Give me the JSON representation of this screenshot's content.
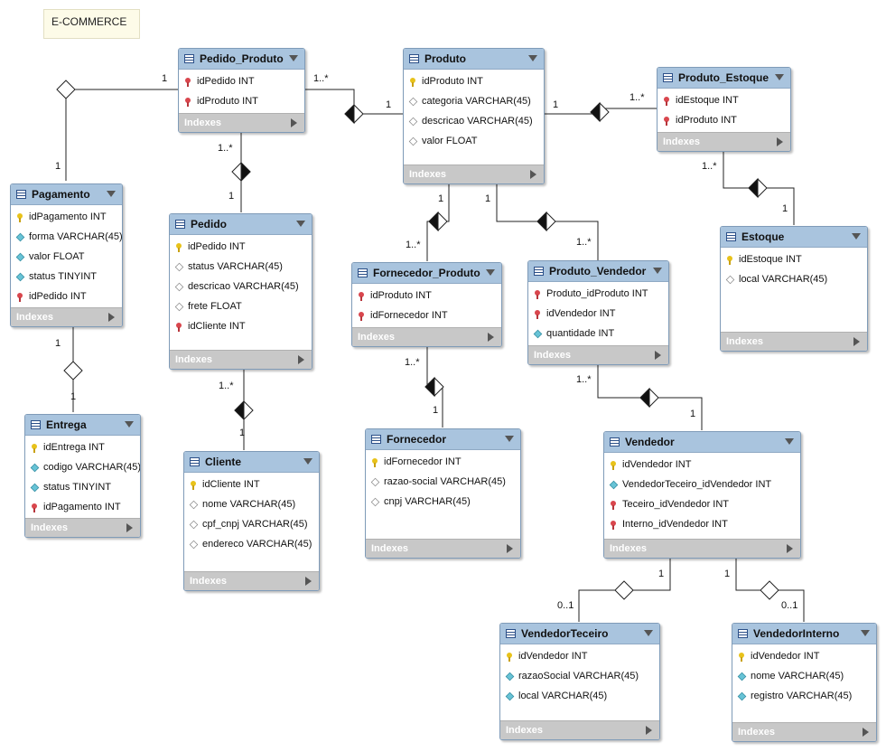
{
  "diagram_title": "E-COMMERCE",
  "indexes_label": "Indexes",
  "tables": {
    "pedido_produto": {
      "name": "Pedido_Produto",
      "columns": [
        {
          "text": "idPedido INT",
          "icon": "fk-icon"
        },
        {
          "text": "idProduto INT",
          "icon": "fk-icon"
        }
      ]
    },
    "produto": {
      "name": "Produto",
      "columns": [
        {
          "text": "idProduto INT",
          "icon": "key-icon"
        },
        {
          "text": "categoria VARCHAR(45)",
          "icon": "optional-icon"
        },
        {
          "text": "descricao VARCHAR(45)",
          "icon": "optional-icon"
        },
        {
          "text": "valor FLOAT",
          "icon": "optional-icon"
        }
      ]
    },
    "produto_estoque": {
      "name": "Produto_Estoque",
      "columns": [
        {
          "text": "idEstoque INT",
          "icon": "fk-icon"
        },
        {
          "text": "idProduto INT",
          "icon": "fk-icon"
        }
      ]
    },
    "pagamento": {
      "name": "Pagamento",
      "columns": [
        {
          "text": "idPagamento INT",
          "icon": "key-icon"
        },
        {
          "text": "forma VARCHAR(45)",
          "icon": "notnull-icon"
        },
        {
          "text": "valor FLOAT",
          "icon": "notnull-icon"
        },
        {
          "text": "status TINYINT",
          "icon": "notnull-icon"
        },
        {
          "text": "idPedido INT",
          "icon": "fk-icon"
        }
      ]
    },
    "pedido": {
      "name": "Pedido",
      "columns": [
        {
          "text": "idPedido INT",
          "icon": "key-icon"
        },
        {
          "text": "status VARCHAR(45)",
          "icon": "optional-icon"
        },
        {
          "text": "descricao VARCHAR(45)",
          "icon": "optional-icon"
        },
        {
          "text": "frete FLOAT",
          "icon": "optional-icon"
        },
        {
          "text": "idCliente INT",
          "icon": "fk-icon"
        }
      ]
    },
    "estoque": {
      "name": "Estoque",
      "columns": [
        {
          "text": "idEstoque INT",
          "icon": "key-icon"
        },
        {
          "text": "local VARCHAR(45)",
          "icon": "optional-icon"
        }
      ]
    },
    "fornecedor_produto": {
      "name": "Fornecedor_Produto",
      "columns": [
        {
          "text": "idProduto INT",
          "icon": "fk-icon"
        },
        {
          "text": "idFornecedor INT",
          "icon": "fk-icon"
        }
      ]
    },
    "produto_vendedor": {
      "name": "Produto_Vendedor",
      "columns": [
        {
          "text": "Produto_idProduto INT",
          "icon": "fk-icon"
        },
        {
          "text": "idVendedor INT",
          "icon": "fk-icon"
        },
        {
          "text": "quantidade INT",
          "icon": "notnull-icon"
        }
      ]
    },
    "entrega": {
      "name": "Entrega",
      "columns": [
        {
          "text": "idEntrega INT",
          "icon": "key-icon"
        },
        {
          "text": "codigo VARCHAR(45)",
          "icon": "notnull-icon"
        },
        {
          "text": "status TINYINT",
          "icon": "notnull-icon"
        },
        {
          "text": "idPagamento INT",
          "icon": "fk-icon"
        }
      ]
    },
    "cliente": {
      "name": "Cliente",
      "columns": [
        {
          "text": "idCliente INT",
          "icon": "key-icon"
        },
        {
          "text": "nome VARCHAR(45)",
          "icon": "optional-icon"
        },
        {
          "text": "cpf_cnpj VARCHAR(45)",
          "icon": "optional-icon"
        },
        {
          "text": "endereco VARCHAR(45)",
          "icon": "optional-icon"
        }
      ]
    },
    "fornecedor": {
      "name": "Fornecedor",
      "columns": [
        {
          "text": "idFornecedor INT",
          "icon": "key-icon"
        },
        {
          "text": "razao-social VARCHAR(45)",
          "icon": "optional-icon"
        },
        {
          "text": "cnpj VARCHAR(45)",
          "icon": "optional-icon"
        }
      ]
    },
    "vendedor": {
      "name": "Vendedor",
      "columns": [
        {
          "text": "idVendedor INT",
          "icon": "key-icon"
        },
        {
          "text": "VendedorTeceiro_idVendedor INT",
          "icon": "notnull-icon"
        },
        {
          "text": "Teceiro_idVendedor INT",
          "icon": "fk-icon"
        },
        {
          "text": "Interno_idVendedor INT",
          "icon": "fk-icon"
        }
      ]
    },
    "vendedor_teceiro": {
      "name": "VendedorTeceiro",
      "columns": [
        {
          "text": "idVendedor INT",
          "icon": "key-icon"
        },
        {
          "text": "razaoSocial VARCHAR(45)",
          "icon": "notnull-icon"
        },
        {
          "text": "local VARCHAR(45)",
          "icon": "notnull-icon"
        }
      ]
    },
    "vendedor_interno": {
      "name": "VendedorInterno",
      "columns": [
        {
          "text": "idVendedor INT",
          "icon": "key-icon"
        },
        {
          "text": "nome VARCHAR(45)",
          "icon": "notnull-icon"
        },
        {
          "text": "registro VARCHAR(45)",
          "icon": "notnull-icon"
        }
      ]
    }
  },
  "cardinalities": {
    "c1": "1",
    "c2": "1..*",
    "c3": "1",
    "c4": "1",
    "c5": "1..*",
    "c6": "1",
    "c7": "1..*",
    "c8": "1",
    "c9": "1",
    "c10": "1",
    "c11": "1..*",
    "c12": "1",
    "c13": "1..*",
    "c14": "1",
    "c15": "1..*",
    "c16": "1",
    "c17": "1..*",
    "c18": "1",
    "c19": "1..*",
    "c20": "1",
    "c21": "1",
    "c22": "0..1",
    "c23": "1",
    "c24": "0..1",
    "c25": "1..*",
    "c26": "1"
  }
}
